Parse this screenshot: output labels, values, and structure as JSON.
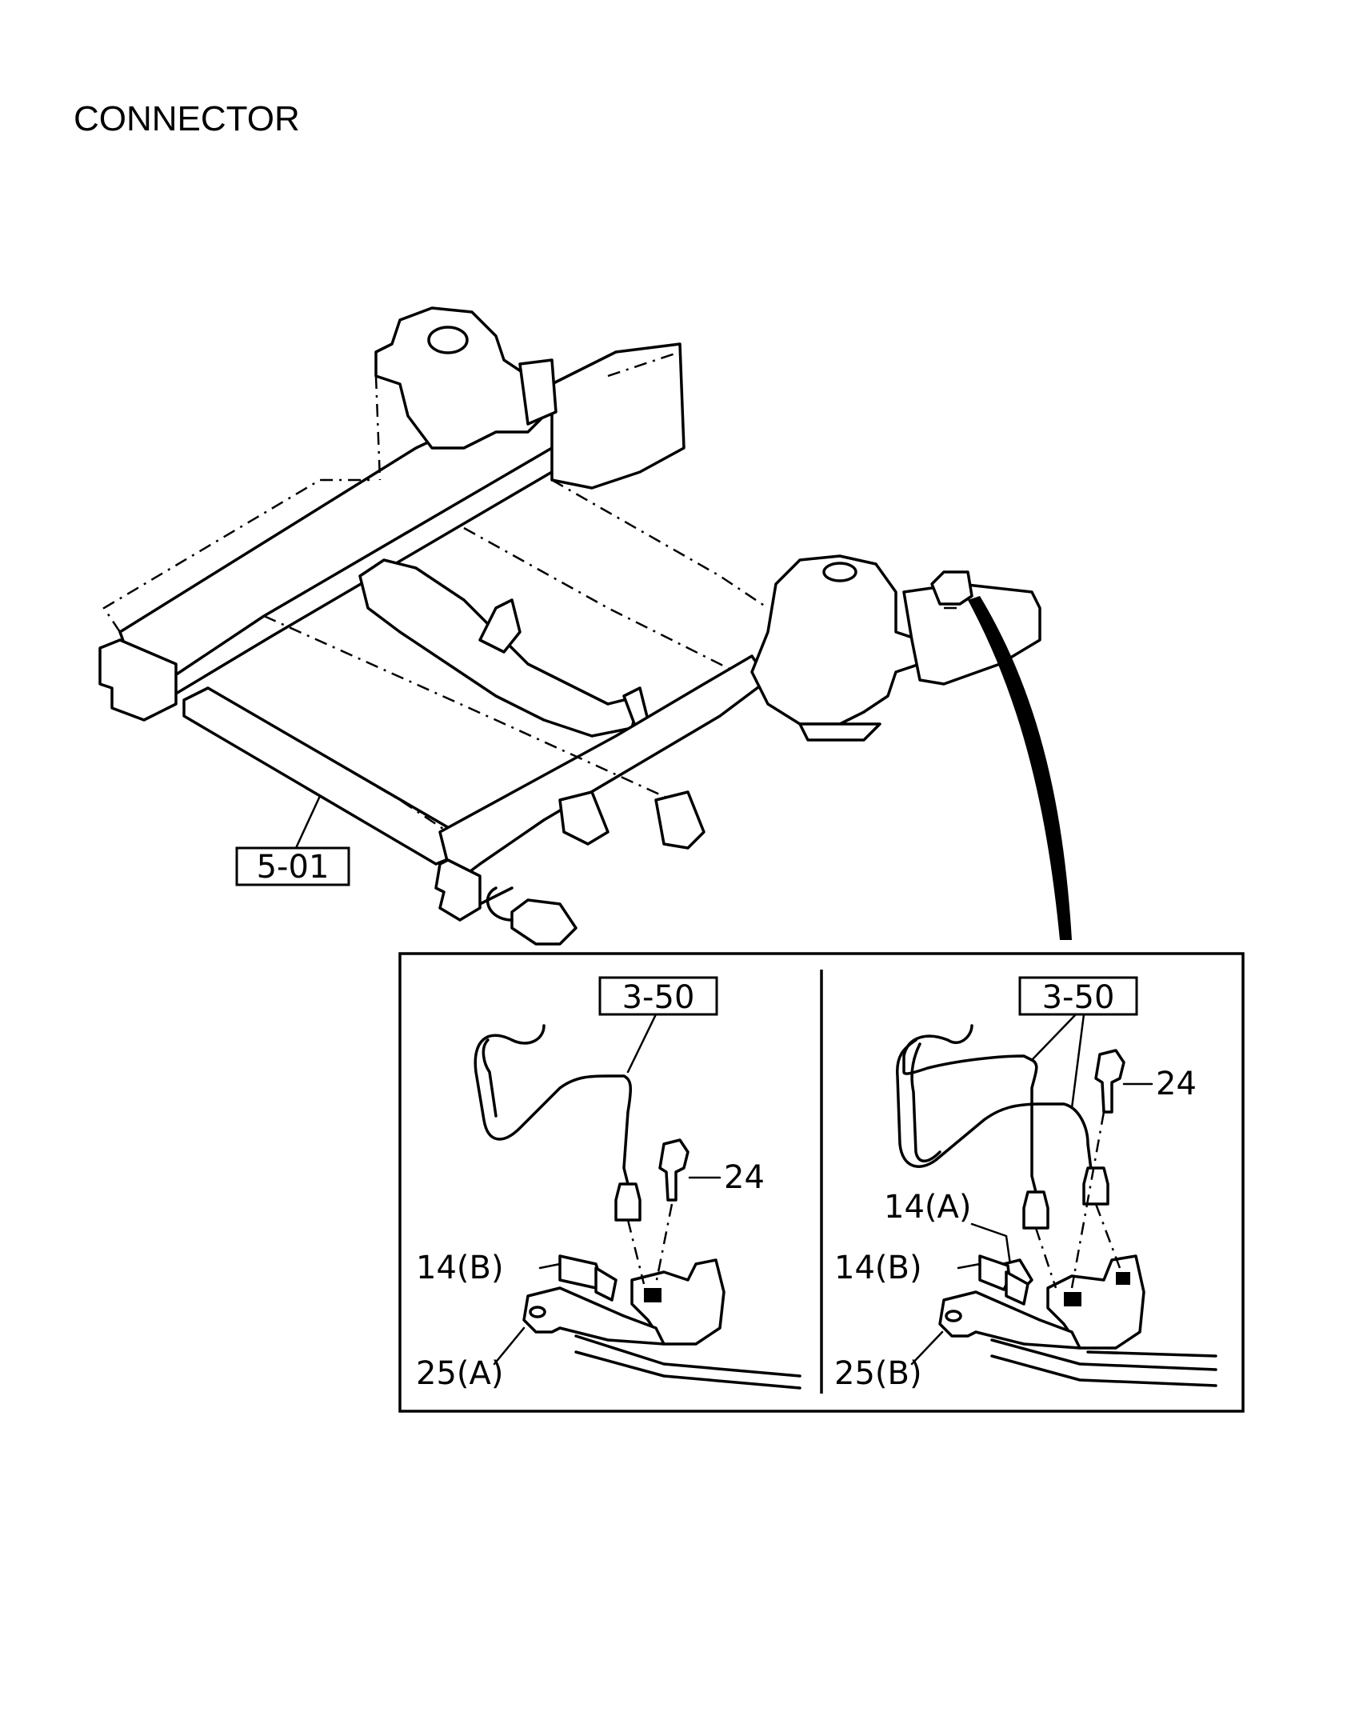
{
  "title": "CONNECTOR",
  "callouts": {
    "frame_ref": "5-01",
    "left_pipe_ref": "3-50",
    "right_pipe_ref": "3-50",
    "left_bolt": "24",
    "right_bolt": "24",
    "left_hose": "14(B)",
    "right_hose_a": "14(A)",
    "right_hose_b": "14(B)",
    "left_bracket": "25(A)",
    "right_bracket": "25(B)"
  }
}
